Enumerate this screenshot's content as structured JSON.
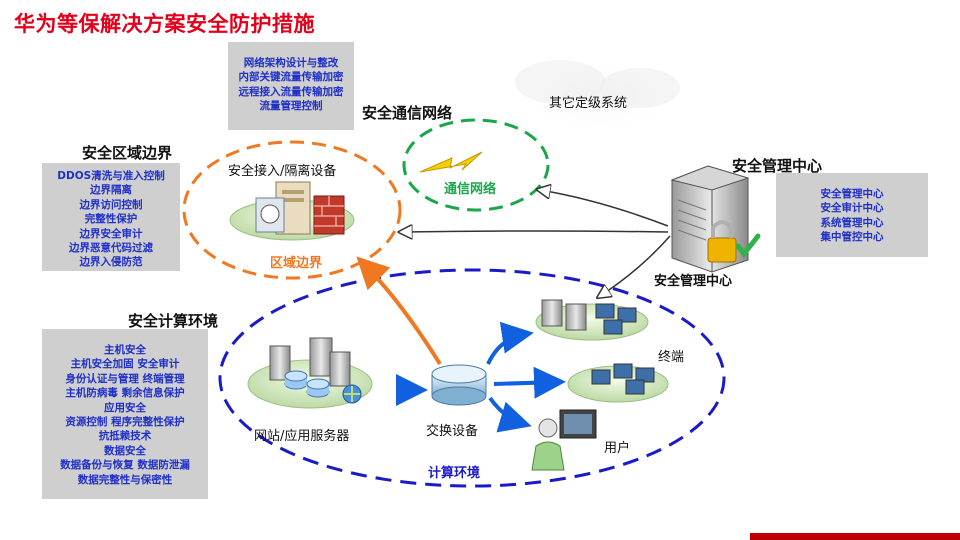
{
  "title": "华为等保解决方案安全防护措施",
  "comm_box": [
    "网络架构设计与整改",
    "内部关键流量传输加密",
    "远程接入流量传输加密",
    "流量管理控制"
  ],
  "comm_heading": "安全通信网络",
  "other_systems": "其它定级系统",
  "comm_zone_label": "通信网络",
  "boundary_heading": "安全区域边界",
  "boundary_box": [
    "DDOS清洗与准入控制",
    "边界隔离",
    "边界访问控制",
    "完整性保护",
    "边界安全审计",
    "边界恶意代码过滤",
    "边界入侵防范"
  ],
  "boundary_device_label": "安全接入/隔离设备",
  "boundary_zone_label": "区域边界",
  "mgmt_heading": "安全管理中心",
  "mgmt_box": [
    "安全管理中心",
    "安全审计中心",
    "系统管理中心",
    "集中管控中心"
  ],
  "mgmt_server_label": "安全管理中心",
  "compute_heading": "安全计算环境",
  "compute_box": [
    "主机安全",
    "主机安全加固    安全审计",
    "身份认证与管理   终端管理",
    "主机防病毒 剩余信息保护",
    "应用安全",
    "资源控制 程序完整性保护",
    "抗抵赖技术",
    "数据安全",
    "数据备份与恢复 数据防泄漏",
    "数据完整性与保密性"
  ],
  "server_label": "网站/应用服务器",
  "switch_label": "交换设备",
  "terminal_label": "终端",
  "user_label": "用户",
  "compute_zone_label": "计算环境",
  "colors": {
    "title_red": "#e3001b",
    "box_text_blue": "#1f2fc8",
    "box_gray": "#cfcfcf",
    "orange": "#f07820",
    "green": "#1aa64a",
    "navy": "#1a1ac8",
    "blue_arrow": "#1060e0"
  }
}
